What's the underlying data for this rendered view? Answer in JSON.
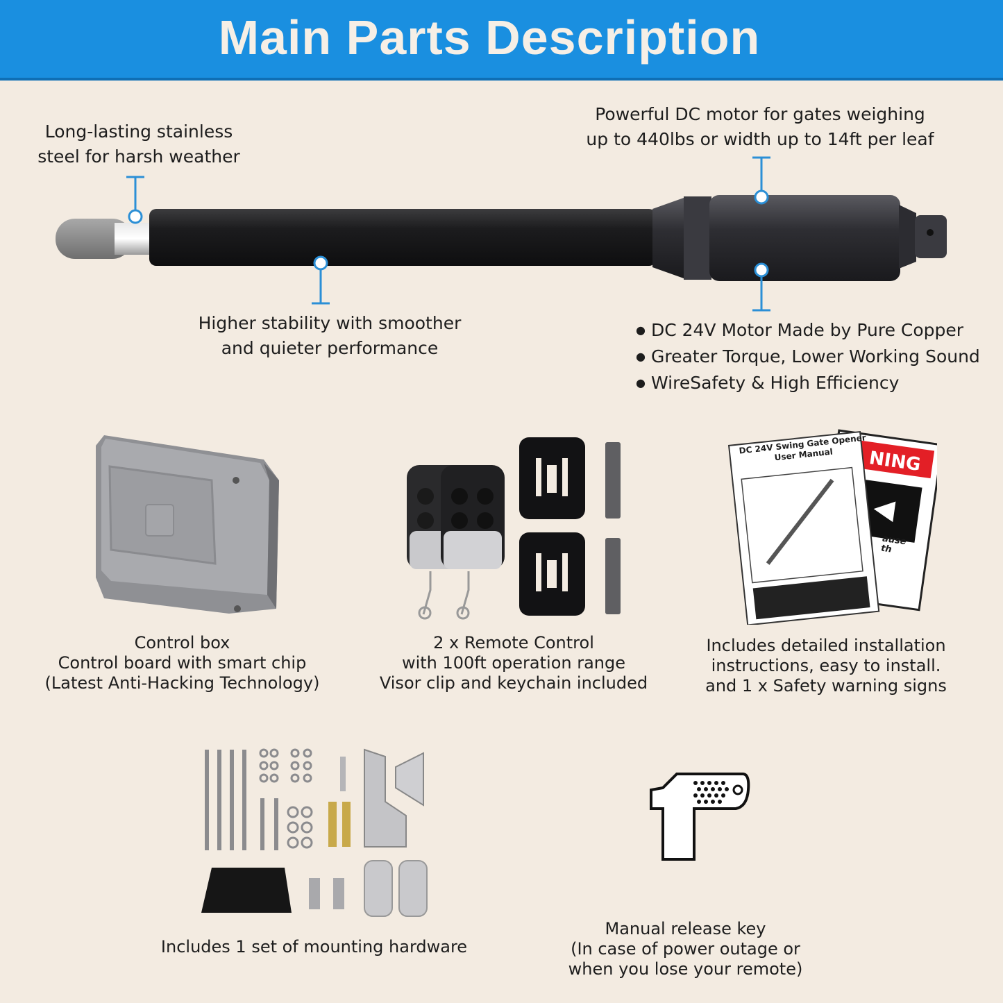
{
  "header": {
    "title": "Main Parts Description"
  },
  "actuator": {
    "steel_caption": [
      "Long-lasting stainless",
      "steel for harsh weather"
    ],
    "motor_caption": [
      "Powerful DC motor for gates weighing",
      "up to 440lbs or width up to 14ft per leaf"
    ],
    "stability_caption": [
      "Higher stability with smoother",
      "and quieter performance"
    ],
    "motor_features": [
      "DC 24V Motor Made by Pure Copper",
      "Greater Torque, Lower Working Sound",
      "WireSafety & High Efficiency"
    ]
  },
  "parts": {
    "control_box": [
      "Control box",
      "Control board with smart chip",
      "(Latest Anti-Hacking Technology)"
    ],
    "remotes": [
      "2 x Remote Control",
      "with 100ft operation range",
      "Visor clip and keychain included"
    ],
    "manual": [
      "Includes detailed installation",
      "instructions, easy to install.",
      "and 1 x Safety warning signs"
    ],
    "hardware": [
      "Includes 1 set of mounting hardware"
    ],
    "release_key": [
      "Manual release key",
      "(In case of power outage or",
      "when you lose your remote)"
    ]
  },
  "manual_doc": {
    "title": [
      "DC 24V Swing Gate Opener",
      "User Manual"
    ],
    "sign_text": "NING",
    "sign_text2": [
      "ause",
      "th"
    ]
  },
  "colors": {
    "banner": "#1a8fe0",
    "background": "#f3ebe1",
    "callout": "#2b8fd6"
  }
}
